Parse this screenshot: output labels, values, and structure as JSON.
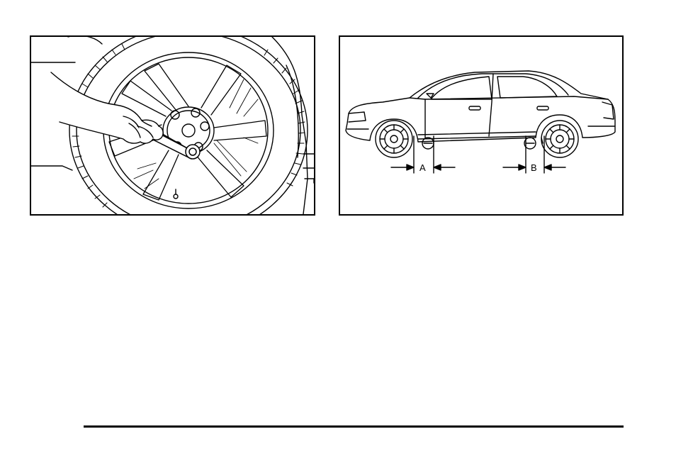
{
  "figures": {
    "wheel": {
      "subject": "wheel-nut-wrench-illustration"
    },
    "car": {
      "subject": "sedan-jacking-points-illustration",
      "callouts": {
        "front": "A",
        "rear": "B"
      }
    }
  },
  "colors": {
    "line": "#000000",
    "background": "#ffffff"
  }
}
